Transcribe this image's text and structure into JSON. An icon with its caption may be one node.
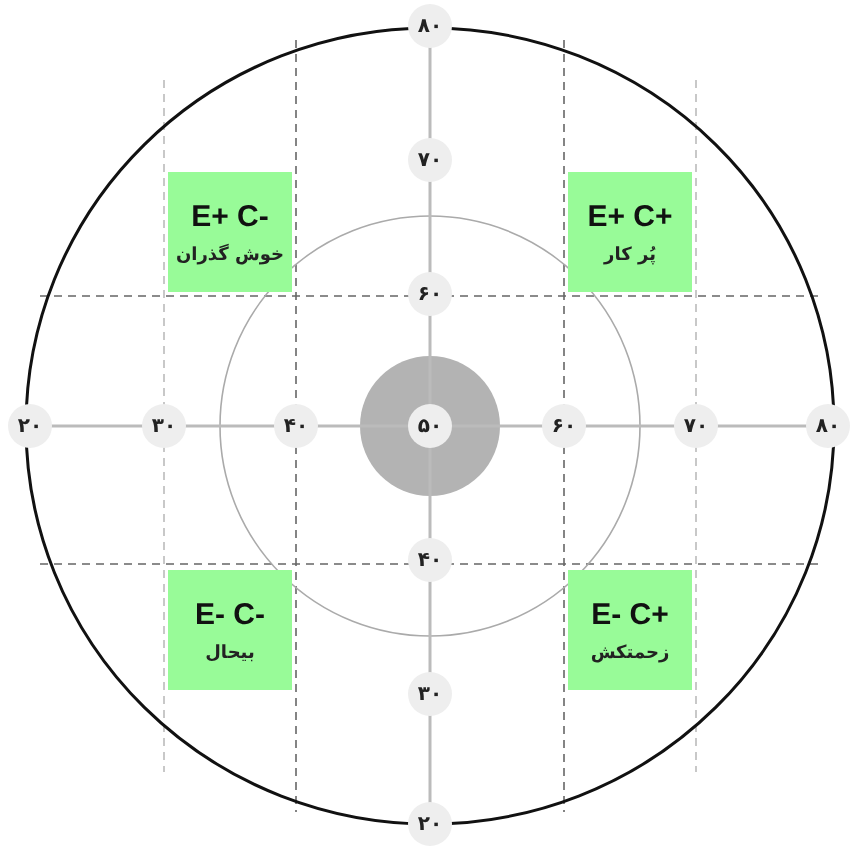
{
  "diagram": {
    "nodes": [
      {
        "text": [
          "E+ C-",
          "خوش گذران"
        ]
      },
      {
        "text": [
          "E+ C+",
          "پُر کار"
        ]
      },
      {
        "text": [
          "E- C-",
          "بیحال"
        ]
      },
      {
        "text": [
          "E- C+",
          "زحمتکش"
        ]
      }
    ],
    "labels": [
      "۸۰",
      "۷۰",
      "۶۰",
      "۲۰",
      "۳۰",
      "۴۰",
      "۵۰",
      "۶۰",
      "۷۰",
      "۸۰",
      "۴۰",
      "۳۰",
      "۲۰"
    ]
  }
}
